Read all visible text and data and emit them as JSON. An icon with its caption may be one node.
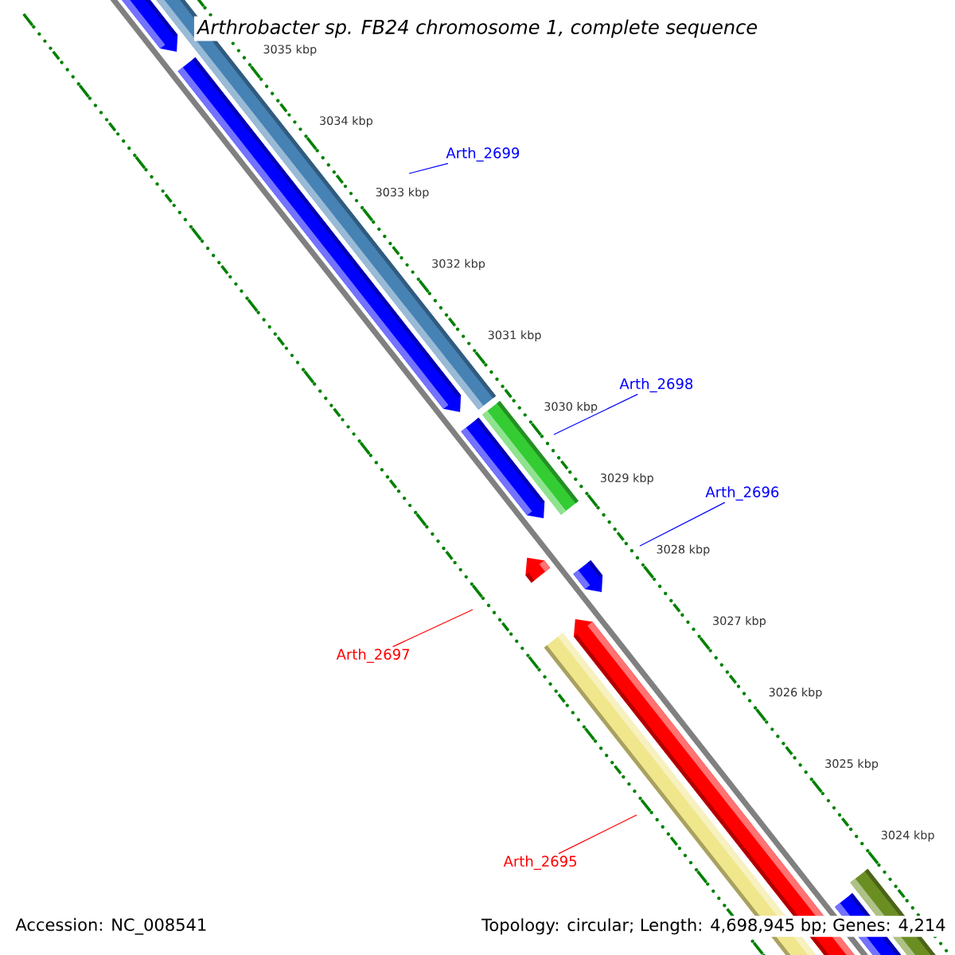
{
  "diagram": {
    "title": "Arthrobacter sp. FB24 chromosome 1, complete sequence",
    "nodes": [
      {
        "text": [
          "Arth_2699"
        ]
      },
      {
        "text": [
          "Arth_2698"
        ]
      },
      {
        "text": [
          "Arth_2696"
        ]
      },
      {
        "text": [
          "Arth_2697"
        ]
      },
      {
        "text": [
          "Arth_2695"
        ]
      }
    ],
    "edges": [
      {
        "from": 0,
        "to": null,
        "arrow": "none"
      },
      {
        "from": 1,
        "to": null,
        "arrow": "none"
      },
      {
        "from": 2,
        "to": null,
        "arrow": "none"
      },
      {
        "from": 3,
        "to": null,
        "arrow": "none",
        "color": "#ff0000"
      },
      {
        "from": 4,
        "to": null,
        "arrow": "none",
        "color": "#ff0000"
      }
    ],
    "labels": [
      "3035 kbp",
      "3034 kbp",
      "3033 kbp",
      "3032 kbp",
      "3031 kbp",
      "3030 kbp",
      "3029 kbp",
      "3028 kbp",
      "3027 kbp",
      "3026 kbp",
      "3025 kbp",
      "3024 kbp",
      "Accession: NC_008541",
      "Topology: circular; Length: 4,698,945 bp; Genes: 4,214"
    ]
  }
}
